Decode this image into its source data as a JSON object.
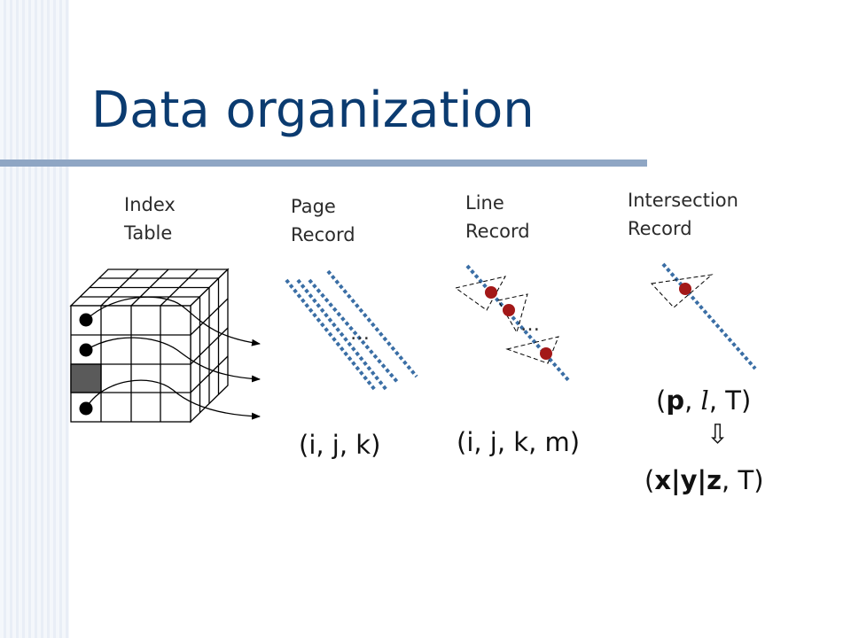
{
  "title": "Data organization",
  "columns": {
    "index_table": {
      "line1": "Index",
      "line2": "Table"
    },
    "page_record": {
      "line1": "Page",
      "line2": "Record",
      "tuple": "(i, j, k)",
      "ellipsis": "…"
    },
    "line_record": {
      "line1": "Line",
      "line2": "Record",
      "tuple": "(i, j, k, m)",
      "ellipsis": "…"
    },
    "intersection_record": {
      "line1": "Intersection",
      "line2": "Record",
      "tuple_top": {
        "p": "p",
        "l": "l",
        "T": "T"
      },
      "arrow": "⇩",
      "tuple_bottom": {
        "x": "x",
        "y": "y",
        "z": "z",
        "T": "T"
      }
    }
  },
  "colors": {
    "title": "#0b3b70",
    "dotted_line": "#3a6ea5",
    "dot": "#a31818",
    "selected_cell": "#5a5a5a"
  }
}
